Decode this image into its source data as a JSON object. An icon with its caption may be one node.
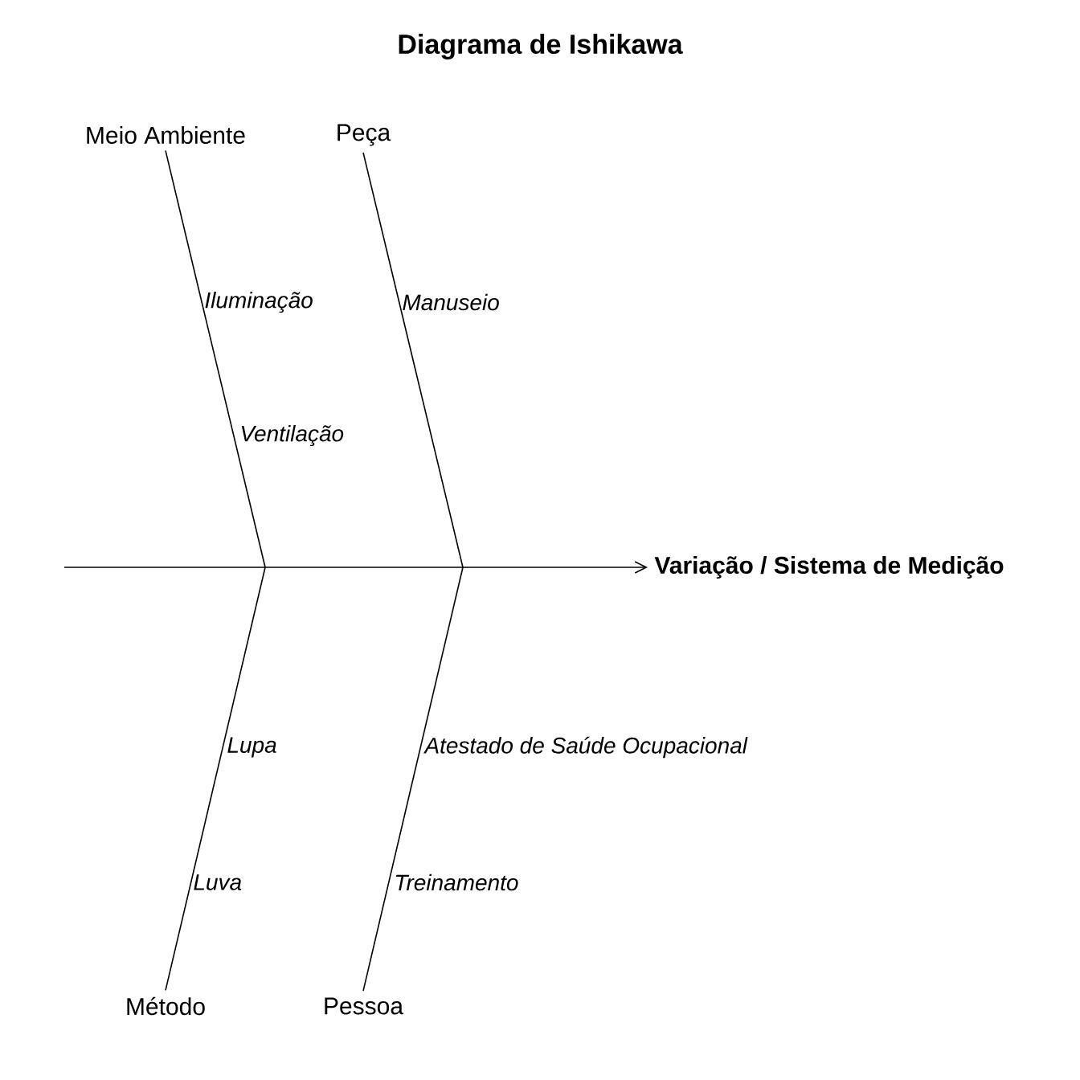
{
  "diagram": {
    "title": "Diagrama de Ishikawa",
    "nodes": [
      {
        "text": [
          "Meio Ambiente"
        ]
      },
      {
        "text": [
          "Peça"
        ]
      },
      {
        "text": [
          "Variação / Sistema de Medição"
        ]
      },
      {
        "text": [
          "Método"
        ]
      },
      {
        "text": [
          "Pessoa"
        ]
      }
    ],
    "edges": [
      {
        "from": 0,
        "to": null,
        "arrow": "none"
      },
      {
        "from": 1,
        "to": null,
        "arrow": "none"
      },
      {
        "from": null,
        "to": 2,
        "arrow": "to"
      },
      {
        "from": 3,
        "to": null,
        "arrow": "none"
      },
      {
        "from": 4,
        "to": null,
        "arrow": "none"
      }
    ],
    "labels": [
      "Iluminação",
      "Manuseio",
      "Ventilação",
      "Lupa",
      "Atestado de Saúde Ocupacional",
      "Luva",
      "Treinamento"
    ]
  }
}
